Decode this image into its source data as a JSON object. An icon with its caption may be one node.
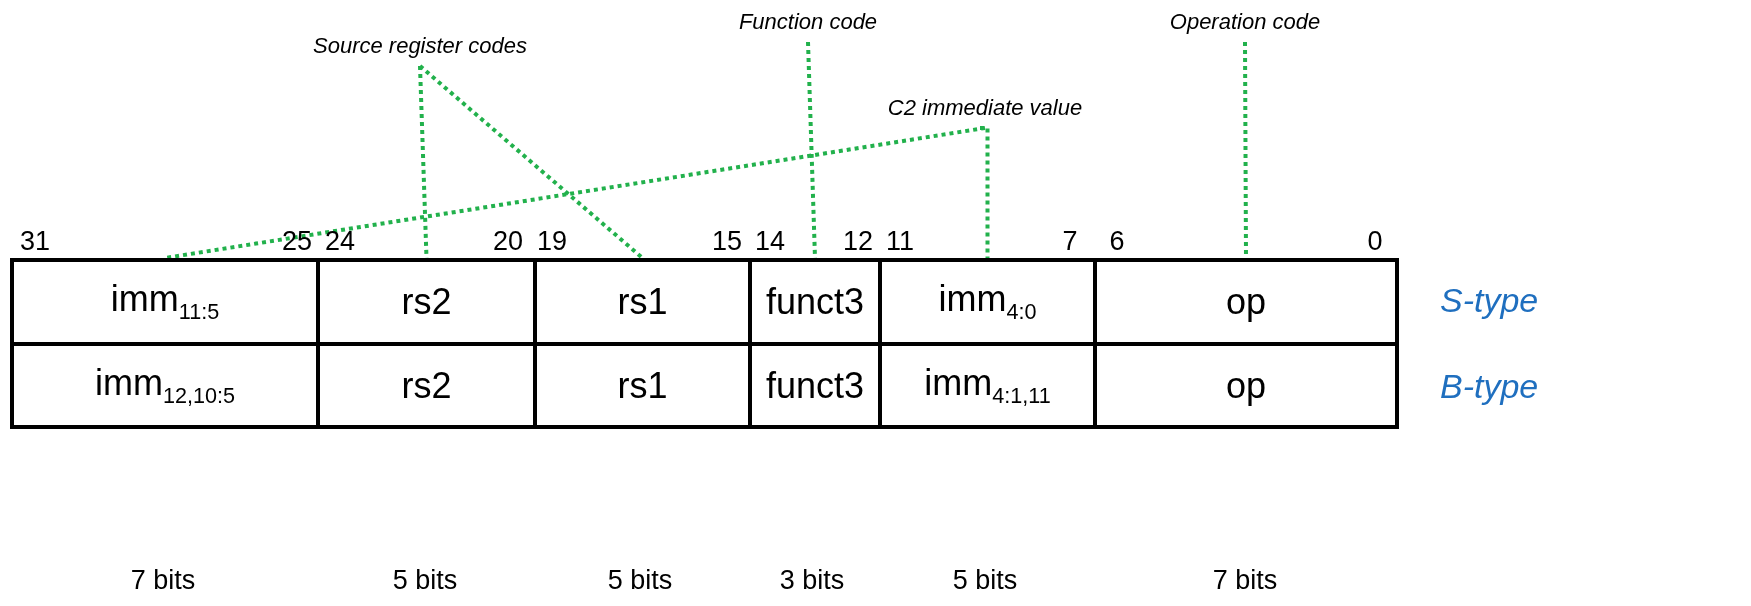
{
  "diagram": {
    "nodes": [
      {
        "text": [
          "Source register codes"
        ]
      },
      {
        "text": [
          "Function code"
        ]
      },
      {
        "text": [
          "C2 immediate value"
        ]
      },
      {
        "text": [
          "Operation code"
        ]
      },
      {
        "text": [
          "imm$_{11:5}$"
        ]
      },
      {
        "text": [
          "rs2"
        ]
      },
      {
        "text": [
          "rs1"
        ]
      },
      {
        "text": [
          "funct3"
        ]
      },
      {
        "text": [
          "imm$_{4:0}$"
        ]
      },
      {
        "text": [
          "op"
        ]
      },
      {
        "text": [
          "imm$_{12,10:5}$"
        ]
      },
      {
        "text": [
          "rs2"
        ]
      },
      {
        "text": [
          "rs1"
        ]
      },
      {
        "text": [
          "funct3"
        ]
      },
      {
        "text": [
          "imm$_{4:1,11}$"
        ]
      },
      {
        "text": [
          "op"
        ]
      }
    ],
    "edges": [
      {
        "from": 0,
        "to": 5,
        "arrow": "none",
        "style": "dashed",
        "color": "#22b14c"
      },
      {
        "from": 0,
        "to": 6,
        "arrow": "none",
        "style": "dashed",
        "color": "#22b14c"
      },
      {
        "from": 1,
        "to": 7,
        "arrow": "none",
        "style": "dashed",
        "color": "#22b14c"
      },
      {
        "from": 2,
        "to": 4,
        "arrow": "none",
        "style": "dashed",
        "color": "#22b14c"
      },
      {
        "from": 2,
        "to": 8,
        "arrow": "none",
        "style": "dashed",
        "color": "#22b14c"
      },
      {
        "from": 3,
        "to": 9,
        "arrow": "none",
        "style": "dashed",
        "color": "#22b14c"
      }
    ],
    "labels": [
      "31",
      "25",
      "24",
      "20",
      "19",
      "15",
      "14",
      "12",
      "11",
      "7",
      "6",
      "0",
      "S-type",
      "B-type",
      "7 bits",
      "5 bits",
      "5 bits",
      "3 bits",
      "5 bits",
      "7 bits"
    ]
  }
}
